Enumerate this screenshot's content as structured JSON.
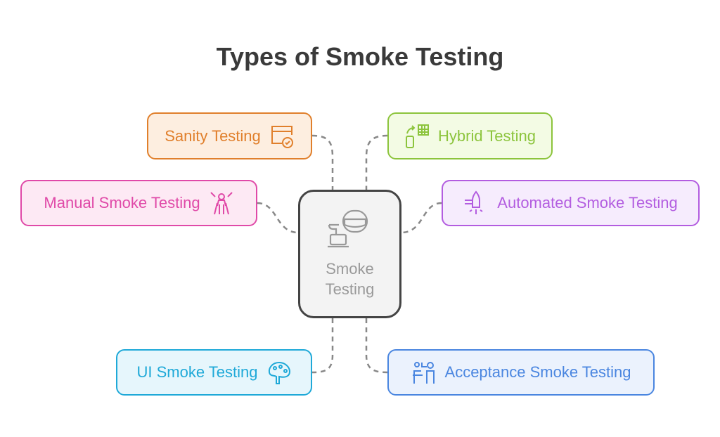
{
  "title": "Types of Smoke Testing",
  "center": {
    "label_line1": "Smoke",
    "label_line2": "Testing",
    "icon": "vr-headset-laptop-icon"
  },
  "nodes": [
    {
      "label": "Sanity Testing",
      "icon": "browser-check-icon",
      "color": "#e07f2b",
      "bg": "#fdeee0"
    },
    {
      "label": "Hybrid Testing",
      "icon": "phone-calculator-icon",
      "color": "#8cc43c",
      "bg": "#f3fbe4"
    },
    {
      "label": "Manual Smoke Testing",
      "icon": "person-arrows-icon",
      "color": "#e04aa8",
      "bg": "#fde9f4"
    },
    {
      "label": "Automated Smoke Testing",
      "icon": "rocket-icon",
      "color": "#b35de0",
      "bg": "#f6ecfd"
    },
    {
      "label": "UI Smoke Testing",
      "icon": "palette-icon",
      "color": "#1fa9d8",
      "bg": "#e6f6fc"
    },
    {
      "label": "Acceptance Smoke Testing",
      "icon": "presenter-icon",
      "color": "#4a86e0",
      "bg": "#ebf2fd"
    }
  ]
}
